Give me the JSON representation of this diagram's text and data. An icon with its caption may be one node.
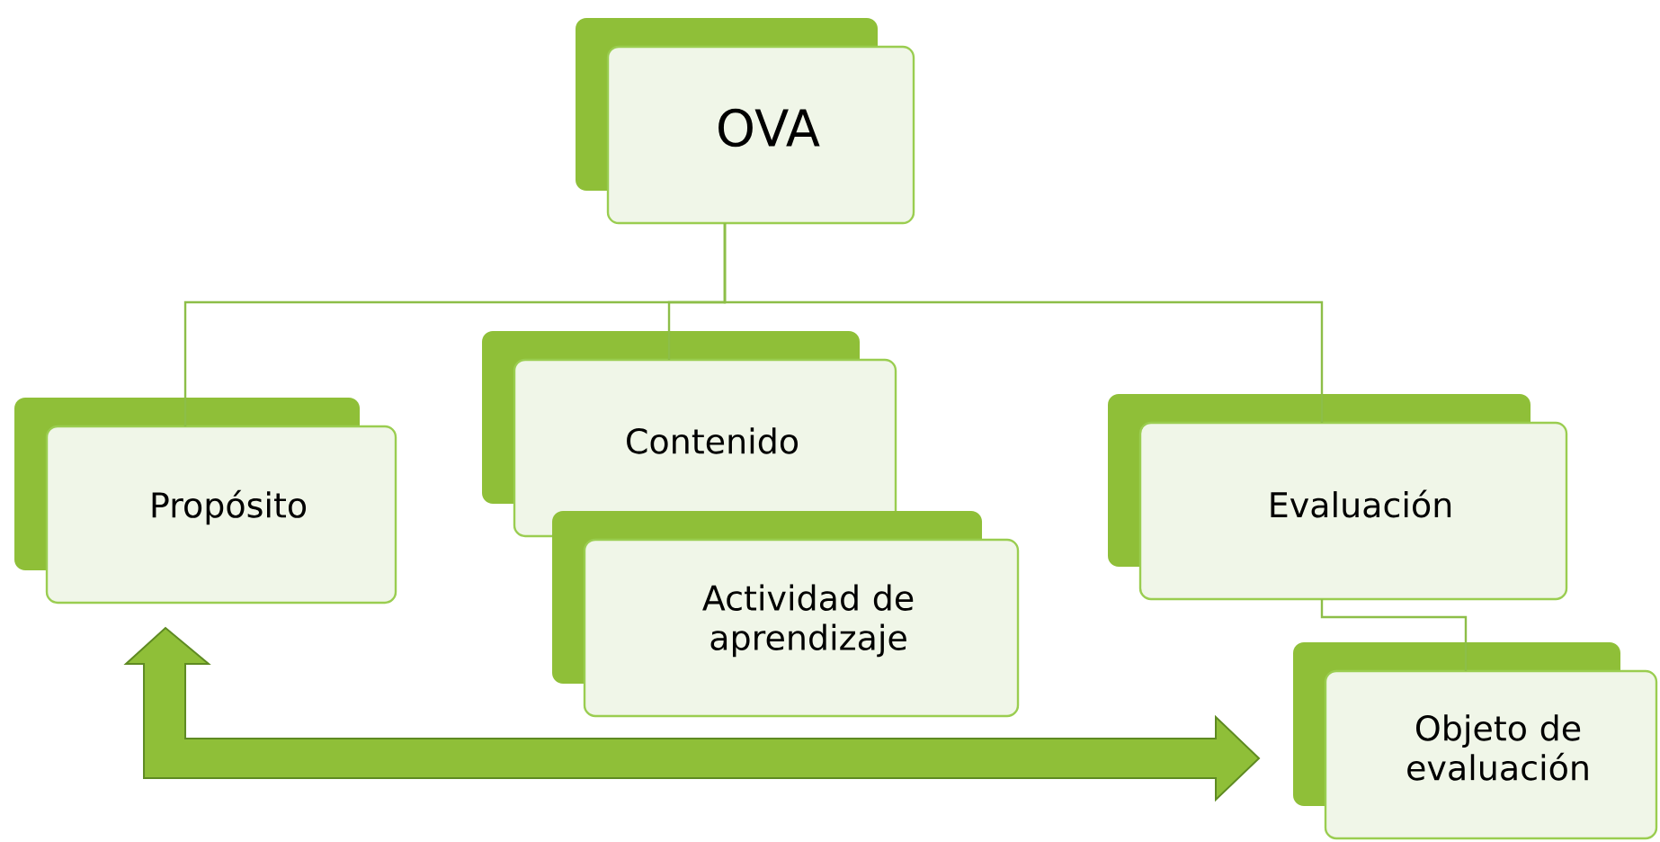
{
  "diagram": {
    "nodes": [
      {
        "text": [
          "OVA"
        ]
      },
      {
        "text": [
          "Propósito"
        ]
      },
      {
        "text": [
          "Contenido"
        ]
      },
      {
        "text": [
          "Actividad de aprendizaje"
        ]
      },
      {
        "text": [
          "Evaluación"
        ]
      },
      {
        "text": [
          "Objeto de evaluación"
        ]
      }
    ],
    "edges": [
      {
        "from": 0,
        "to": 1,
        "arrow": "none"
      },
      {
        "from": 0,
        "to": 2,
        "arrow": "none"
      },
      {
        "from": 0,
        "to": 4,
        "arrow": "none"
      },
      {
        "from": 4,
        "to": 5,
        "arrow": "none"
      },
      {
        "from": 1,
        "to": 5,
        "arrow": "both",
        "style": "thick"
      }
    ]
  }
}
